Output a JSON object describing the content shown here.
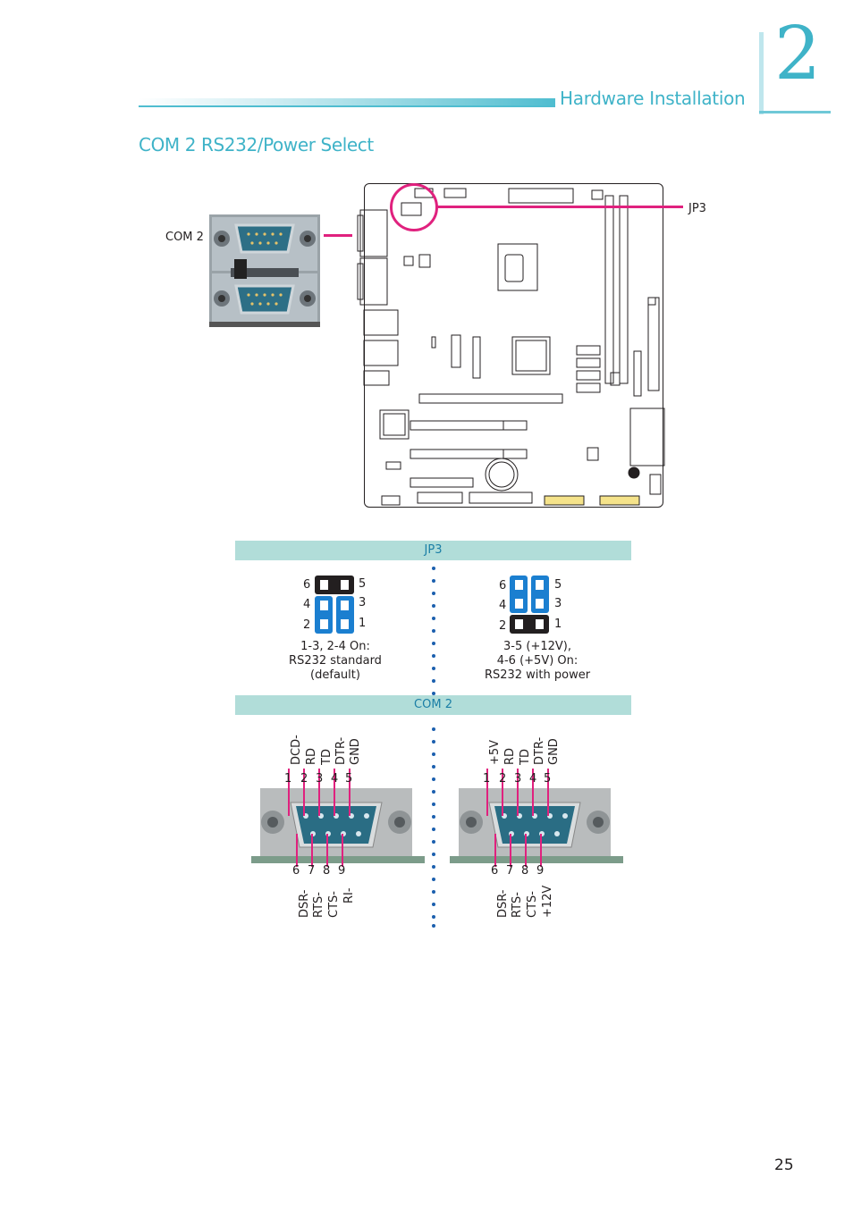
{
  "header": {
    "chapter_title": "Hardware Installation",
    "chapter_number": "2"
  },
  "section": {
    "title": "COM 2 RS232/Power Select"
  },
  "callouts": {
    "com2": "COM 2",
    "jp3": "JP3"
  },
  "jp3_table": {
    "band_label": "JP3",
    "left": {
      "pins": [
        "6",
        "5",
        "4",
        "3",
        "2",
        "1"
      ],
      "caption": [
        "1-3, 2-4 On:",
        "RS232 standard",
        "(default)"
      ]
    },
    "right": {
      "pins": [
        "6",
        "5",
        "4",
        "3",
        "2",
        "1"
      ],
      "caption": [
        "3-5 (+12V),",
        "4-6 (+5V) On:",
        "RS232 with power"
      ]
    }
  },
  "com2_table": {
    "band_label": "COM 2",
    "left": {
      "top_pins": [
        "1",
        "2",
        "3",
        "4",
        "5"
      ],
      "top_signals": [
        "DCD-",
        "RD",
        "TD",
        "DTR-",
        "GND"
      ],
      "bottom_pins": [
        "6",
        "7",
        "8",
        "9"
      ],
      "bottom_signals": [
        "DSR-",
        "RTS-",
        "CTS-",
        "RI-"
      ]
    },
    "right": {
      "top_pins": [
        "1",
        "2",
        "3",
        "4",
        "5"
      ],
      "top_signals": [
        "+5V",
        "RD",
        "TD",
        "DTR-",
        "GND"
      ],
      "bottom_pins": [
        "6",
        "7",
        "8",
        "9"
      ],
      "bottom_signals": [
        "DSR-",
        "RTS-",
        "CTS-",
        "+12V"
      ]
    }
  },
  "footer": {
    "page_number": "25"
  },
  "colors": {
    "accent": "#3fb3c8",
    "callout": "#e0217e",
    "band": "#b1ddd9",
    "jumper_blue": "#1b7fd0",
    "jumper_black": "#231f20"
  }
}
